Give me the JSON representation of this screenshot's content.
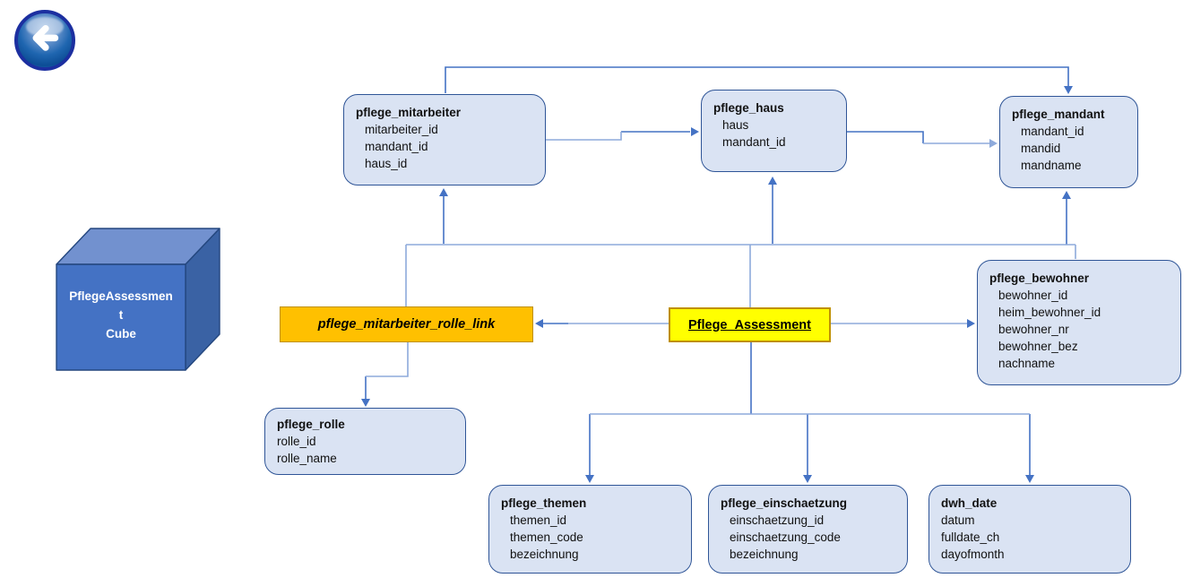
{
  "back_button": {
    "icon": "back-arrow"
  },
  "cube": {
    "lines": [
      "PflegeAssessmen",
      "t",
      "Cube"
    ]
  },
  "link_table": {
    "label": "pflege_mitarbeiter_rolle_link"
  },
  "fact_table": {
    "label": "Pflege_Assessment"
  },
  "entities": {
    "mitarbeiter": {
      "title": "pflege_mitarbeiter",
      "fields": [
        "mitarbeiter_id",
        "mandant_id",
        "haus_id"
      ]
    },
    "haus": {
      "title": "pflege_haus",
      "fields": [
        "haus",
        "mandant_id"
      ]
    },
    "mandant": {
      "title": "pflege_mandant",
      "fields": [
        "mandant_id",
        "mandid",
        "mandname"
      ]
    },
    "bewohner": {
      "title": "pflege_bewohner",
      "fields": [
        "bewohner_id",
        "heim_bewohner_id",
        "bewohner_nr",
        "bewohner_bez",
        "nachname"
      ]
    },
    "rolle": {
      "title": "pflege_rolle",
      "fields": [
        "rolle_id",
        "rolle_name"
      ]
    },
    "themen": {
      "title": "pflege_themen",
      "fields": [
        "themen_id",
        "themen_code",
        "bezeichnung"
      ]
    },
    "einschaetzung": {
      "title": "pflege_einschaetzung",
      "fields": [
        "einschaetzung_id",
        "einschaetzung_code",
        "bezeichnung"
      ]
    },
    "dwh_date": {
      "title": "dwh_date",
      "fields": [
        "datum",
        "fulldate_ch",
        "dayofmonth"
      ]
    }
  },
  "colors": {
    "entity_fill": "#dae3f3",
    "entity_border": "#2f5597",
    "link_fill": "#ffc000",
    "fact_fill": "#ffff00",
    "gold_border": "#bf9000",
    "wire_dark": "#4472c4",
    "wire_light": "#8eaadb",
    "cube_front": "#4472c4",
    "cube_top": "#7291cf",
    "cube_side": "#3a62a4"
  }
}
